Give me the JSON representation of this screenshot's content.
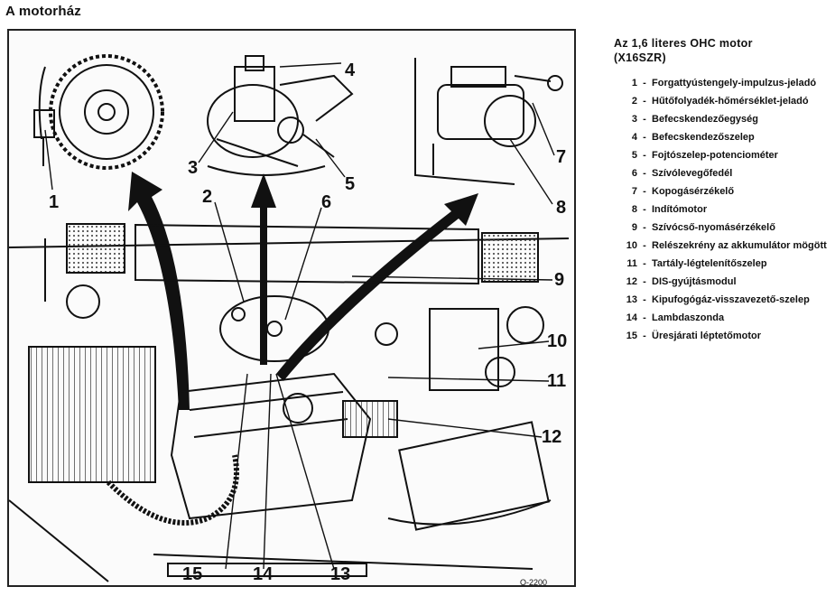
{
  "page": {
    "title": "A motorház"
  },
  "figure": {
    "code": "O-2200",
    "callouts": [
      "1",
      "2",
      "3",
      "4",
      "5",
      "6",
      "7",
      "8",
      "9",
      "10",
      "11",
      "12",
      "13",
      "14",
      "15"
    ]
  },
  "legend": {
    "heading_line1": "Az 1,6 literes OHC motor",
    "heading_line2": "(X16SZR)",
    "items": [
      {
        "num": "1",
        "text": "Forgattyústengely-impulzus-jeladó"
      },
      {
        "num": "2",
        "text": "Hűtőfolyadék-hőmérséklet-jeladó"
      },
      {
        "num": "3",
        "text": "Befecskendezőegység"
      },
      {
        "num": "4",
        "text": "Befecskendezőszelep"
      },
      {
        "num": "5",
        "text": "Fojtószelep-potenciométer"
      },
      {
        "num": "6",
        "text": "Szívólevegőfedél"
      },
      {
        "num": "7",
        "text": "Kopogásérzékelő"
      },
      {
        "num": "8",
        "text": "Indítómotor"
      },
      {
        "num": "9",
        "text": "Szívócső-nyomásérzékelő"
      },
      {
        "num": "10",
        "text": "Relészekrény az akkumulátor mögött"
      },
      {
        "num": "11",
        "text": "Tartály-légtelenítőszelep"
      },
      {
        "num": "12",
        "text": "DIS-gyújtásmodul"
      },
      {
        "num": "13",
        "text": "Kipufogógáz-visszavezető-szelep"
      },
      {
        "num": "14",
        "text": "Lambdaszonda"
      },
      {
        "num": "15",
        "text": "Üresjárati léptetőmotor"
      }
    ]
  }
}
